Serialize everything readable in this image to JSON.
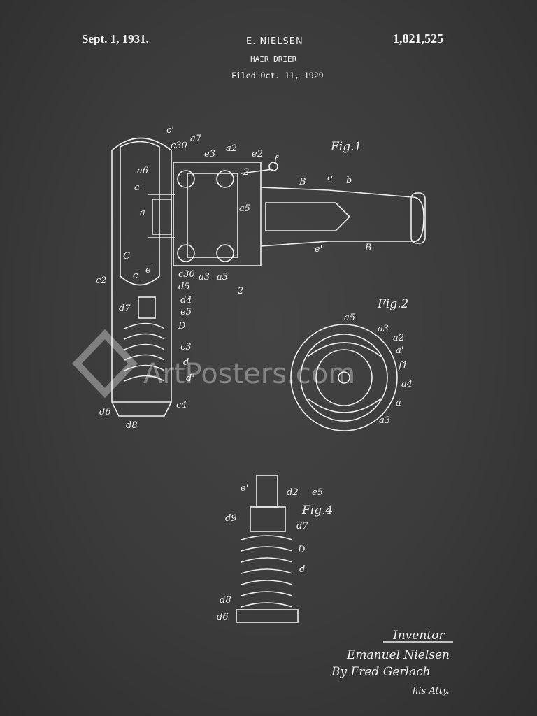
{
  "header": {
    "date": "Sept. 1, 1931.",
    "inventor": "E. NIELSEN",
    "title": "HAIR DRIER",
    "filed": "Filed Oct. 11, 1929",
    "patent_number": "1,821,525"
  },
  "figures": {
    "fig1": "Fig.1",
    "fig2": "Fig.2",
    "fig4": "Fig.4"
  },
  "labels": [
    "c'",
    "c30",
    "a7",
    "e3",
    "a2",
    "e2",
    "f",
    "B",
    "e",
    "b",
    "a6",
    "a'",
    "a",
    "a5",
    "C",
    "c2",
    "c",
    "e'",
    "c30",
    "d5",
    "a3",
    "a3",
    "e'",
    "B",
    "d7",
    "d4",
    "e5",
    "D",
    "c3",
    "d",
    "d'",
    "d6",
    "d8",
    "c4",
    "a5",
    "a3",
    "a2",
    "a'",
    "f1",
    "a4",
    "a",
    "a3",
    "e'",
    "d2",
    "e5",
    "d9",
    "d7",
    "D",
    "d",
    "d8",
    "d6",
    "2",
    "2"
  ],
  "signature": {
    "heading": "Inventor",
    "name": "Emanuel Nielsen",
    "attorney": "By Fred Gerlach",
    "attorney_suffix": "his Atty."
  },
  "watermark": "ArtPosters.com",
  "colors": {
    "background": "#3a3a3a",
    "chalk": "#eeeeee"
  }
}
